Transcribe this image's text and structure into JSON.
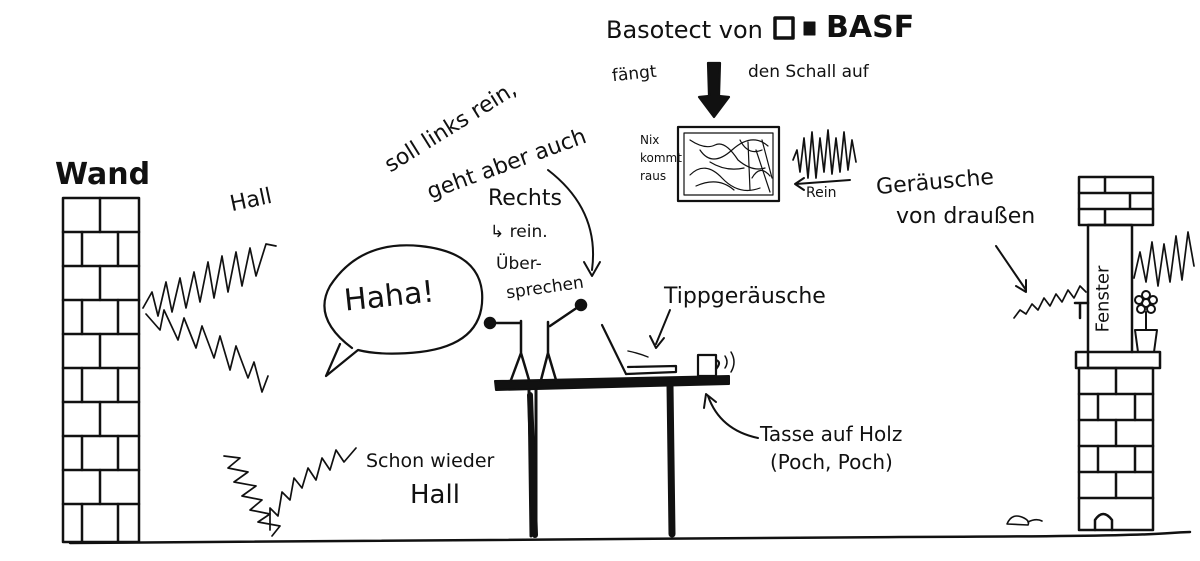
{
  "labels": {
    "wall": "Wand",
    "reverb_left": "Hall",
    "speech_bubble": "Haha!",
    "crosstalk_line1": "soll links rein,",
    "crosstalk_line2": "geht aber auch",
    "crosstalk_right": "Rechts",
    "crosstalk_in": "↳ rein.",
    "crosstalk_term1": "Über-",
    "crosstalk_term2": "sprechen",
    "basotect_title": "Basotect von",
    "basf_logo_text": "BASF",
    "absorbs_left": "fängt",
    "absorbs_right": "den Schall auf",
    "nothing_out_1": "Nix",
    "nothing_out_2": "kommt",
    "nothing_out_3": "raus",
    "sound_in": "Rein",
    "typing_noise": "Tippgeräusche",
    "outside_noise_1": "Geräusche",
    "outside_noise_2": "von draußen",
    "window": "Fenster",
    "reverb_again_1": "Schon wieder",
    "reverb_again_2": "Hall",
    "cup_line1": "Tasse auf Holz",
    "cup_line2": "(Poch, Poch)"
  },
  "icons": {
    "mic": "microphone-icon",
    "laptop": "laptop-icon",
    "cup": "coffee-cup-icon",
    "flower": "flower-icon",
    "mouse": "mouse-icon",
    "arrow": "arrow-icon"
  }
}
